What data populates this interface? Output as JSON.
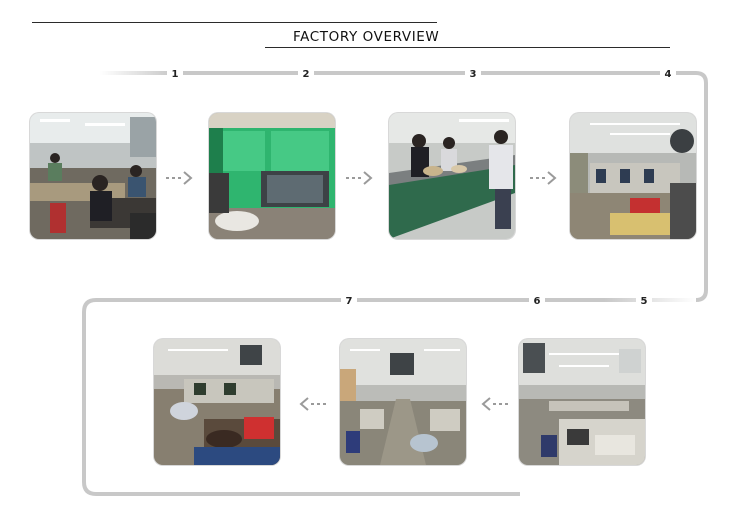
{
  "title": "FACTORY OVERVIEW",
  "steps": [
    "1",
    "2",
    "3",
    "4",
    "5",
    "6",
    "7"
  ],
  "colors": {
    "connector": "#c8c8c8",
    "title_line": "#2b2b2b",
    "arrow": "#9a9a9a"
  },
  "photos": [
    {
      "name": "workshop-photo-1",
      "icon": "workers-at-benches"
    },
    {
      "name": "workshop-photo-2",
      "icon": "green-machine"
    },
    {
      "name": "workshop-photo-3",
      "icon": "assembly-conveyor"
    },
    {
      "name": "workshop-photo-4",
      "icon": "production-hall"
    },
    {
      "name": "workshop-photo-5",
      "icon": "sewing-line"
    },
    {
      "name": "workshop-photo-6",
      "icon": "sewing-line"
    },
    {
      "name": "workshop-photo-7",
      "icon": "production-floor"
    }
  ]
}
